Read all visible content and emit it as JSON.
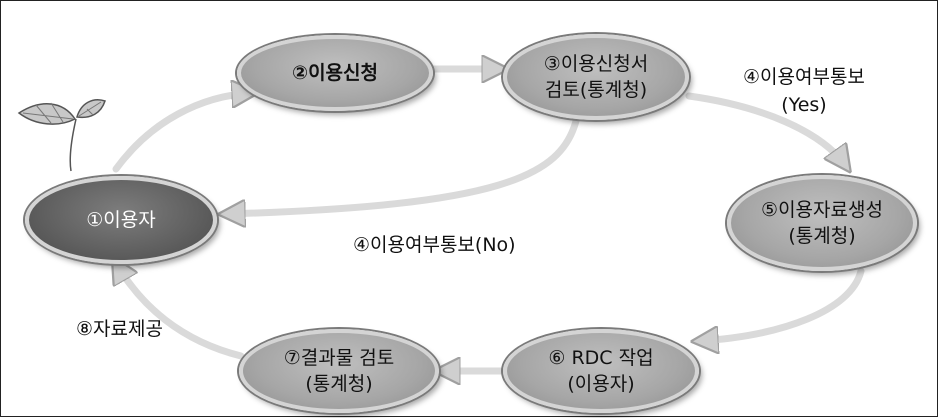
{
  "nodes": {
    "user": {
      "line1": "①이용자"
    },
    "apply": {
      "line1": "②이용신청"
    },
    "review": {
      "line1": "③이용신청서",
      "line2": "검토(통계청)"
    },
    "generate": {
      "line1": "⑤이용자료생성",
      "line2": "(통계청)"
    },
    "rdc": {
      "line1": "⑥ RDC 작업",
      "line2": "(이용자)"
    },
    "result": {
      "line1": "⑦결과물 검토",
      "line2": "(통계청)"
    }
  },
  "labels": {
    "notify_yes_line1": "④이용여부통보",
    "notify_yes_line2": "(Yes)",
    "notify_no": "④이용여부통보(No)",
    "provide": "⑧자료제공"
  },
  "colors": {
    "node_light": "#a6a6a6",
    "node_dark": "#5f5f5f",
    "arrow": "#d9d9d9",
    "node_border": "#7a7a7a"
  },
  "icons": {
    "logo": "sprout-icon"
  }
}
